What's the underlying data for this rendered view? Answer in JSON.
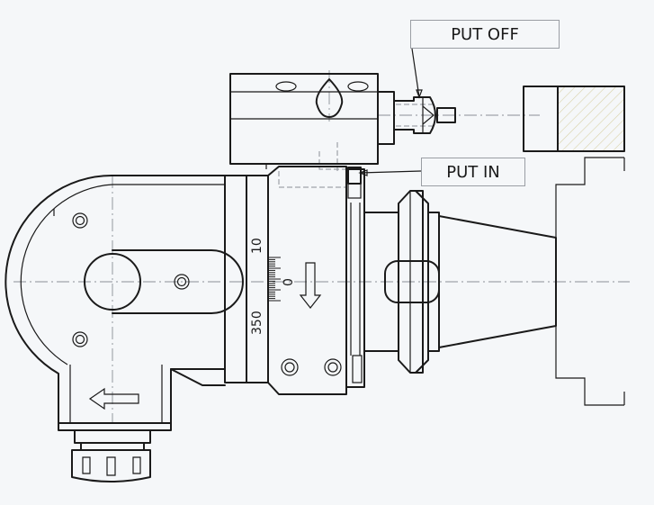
{
  "labels": {
    "put_off": "PUT OFF",
    "put_in": "PUT IN"
  },
  "scale": {
    "top": "10",
    "middle": "0",
    "bottom": "350"
  },
  "colors": {
    "background": "#f5f7f9",
    "line": "#1a1a1a",
    "centerline": "#8a8f96",
    "hatch": "#d8d2a8"
  }
}
